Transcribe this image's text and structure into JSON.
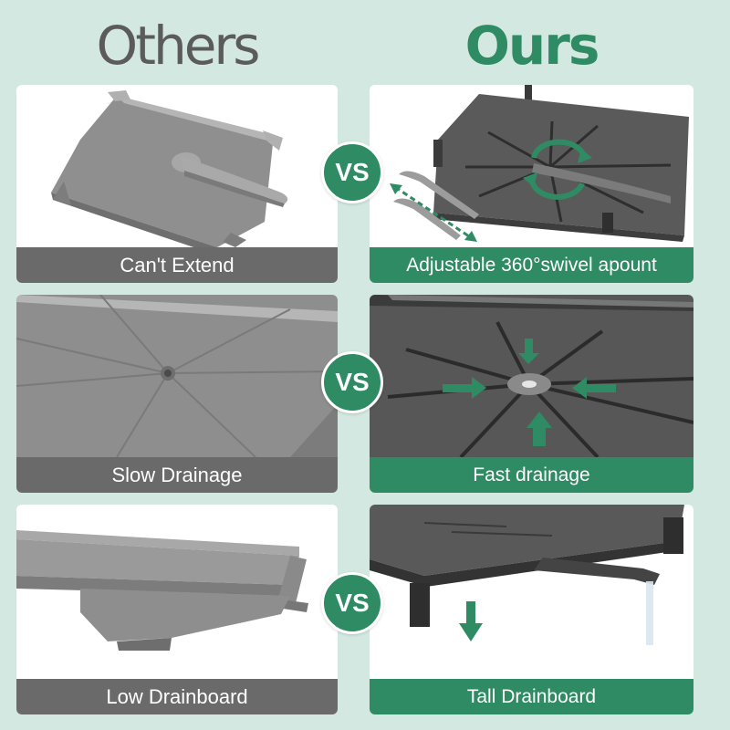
{
  "headings": {
    "others": "Others",
    "ours": "Ours"
  },
  "vs_label": "VS",
  "rows": [
    {
      "others_caption": "Can't  Extend",
      "ours_caption": "Adjustable 360°swivel apount"
    },
    {
      "others_caption": "Slow Drainage",
      "ours_caption": "Fast drainage"
    },
    {
      "others_caption": "Low  Drainboard",
      "ours_caption": "Tall Drainboard"
    }
  ],
  "colors": {
    "background": "#d3e8e0",
    "brand_green": "#2f8b63",
    "others_gray": "#6a6a6a",
    "panel": "#ffffff"
  },
  "icons": [
    "rotate-arrows-icon",
    "double-arrow-icon",
    "inward-arrow-icon",
    "down-arrow-icon"
  ]
}
